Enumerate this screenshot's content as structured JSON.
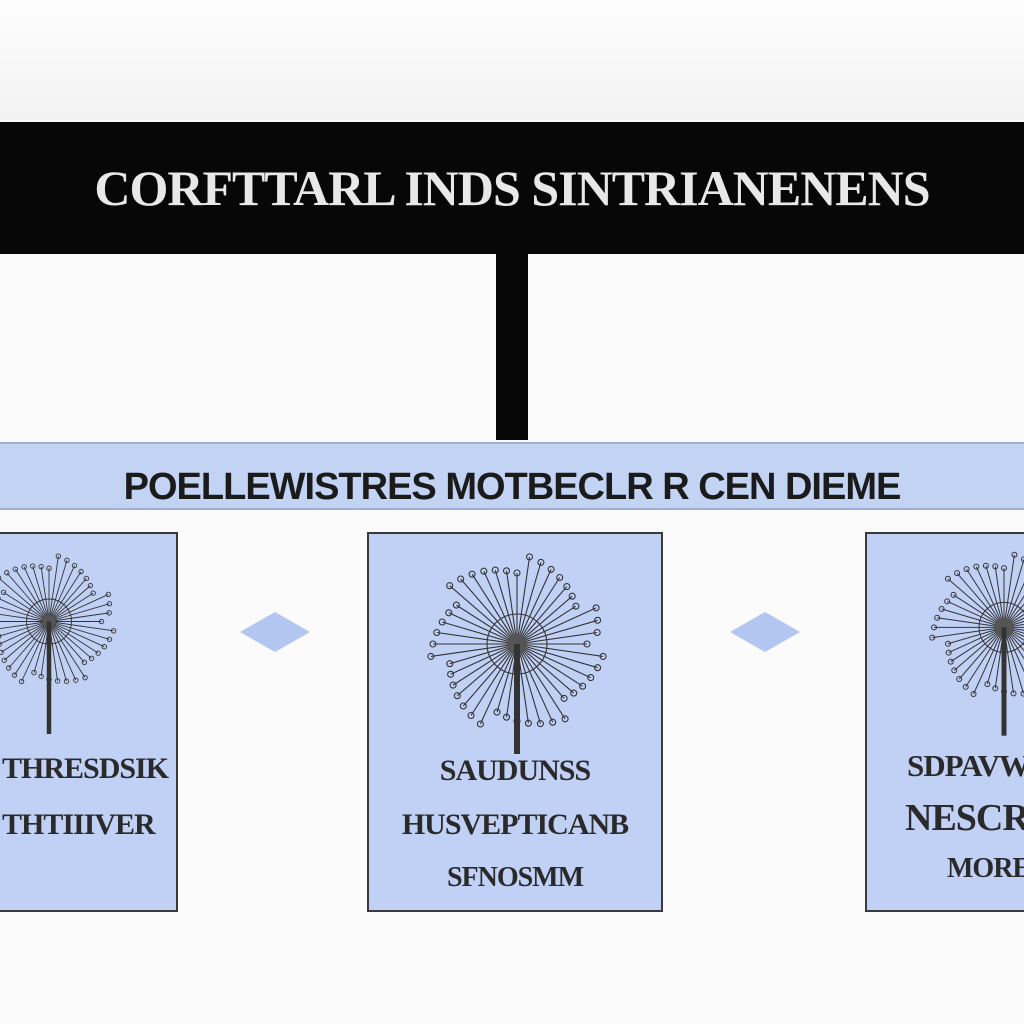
{
  "header": {
    "title": "CORFTTARL INDS SINTRIANENENS"
  },
  "band": {
    "title": "POELLEWISTRES MOTBECLR R CEN DIEME"
  },
  "cards": [
    {
      "lines": [
        "THRESDSIK",
        "THTIIIVER"
      ]
    },
    {
      "lines": [
        "SAUDUNSS",
        "HUSVEPTICANB",
        "SFNOSMM"
      ]
    },
    {
      "lines": [
        "SDPAVWOUL",
        "NESCR",
        "MORE"
      ]
    }
  ],
  "colors": {
    "header_bg": "#070707",
    "band_bg": "#c3d3f4",
    "card_bg": "#c1d1f6",
    "diamond": "#b3c6f2"
  },
  "icons": [
    "dandelion-icon",
    "diamond-arrow-icon"
  ]
}
